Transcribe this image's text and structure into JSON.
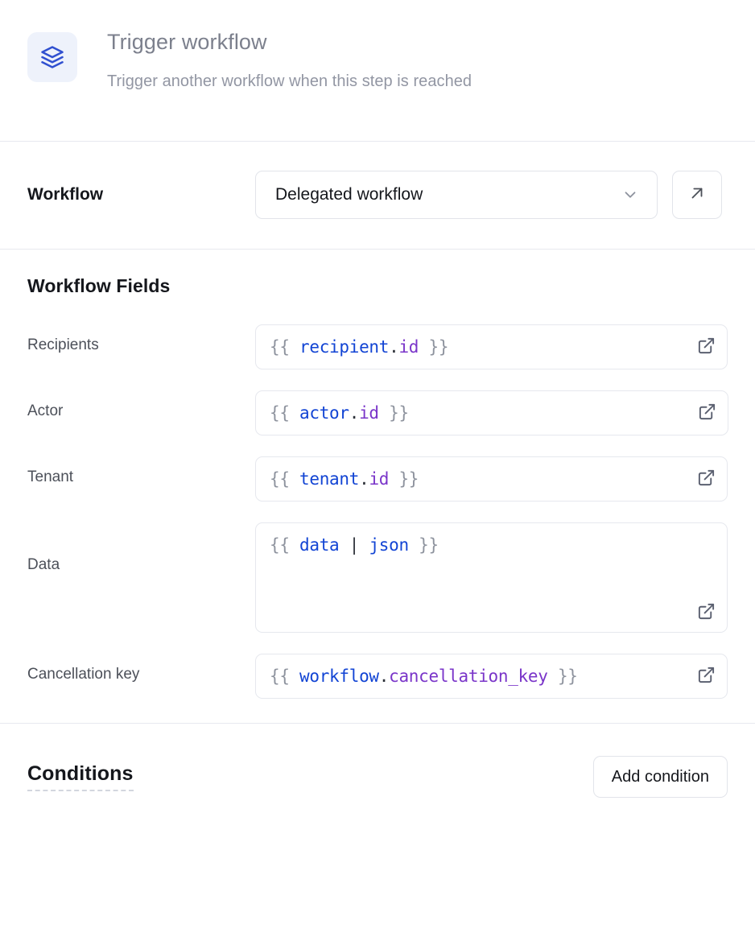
{
  "header": {
    "icon": "layers-stack-icon",
    "icon_color": "#3050d0",
    "icon_bg": "#eef2fb",
    "title": "Trigger workflow",
    "subtitle": "Trigger another workflow when this step is reached"
  },
  "workflow_section": {
    "label": "Workflow",
    "select": {
      "value": "Delegated workflow",
      "chevron_icon": "chevron-down-icon"
    },
    "open_button": {
      "icon": "arrow-up-right-icon",
      "label": ""
    }
  },
  "fields_section": {
    "heading": "Workflow Fields",
    "fields": [
      {
        "label": "Recipients",
        "type": "input",
        "tokens": [
          {
            "text": "{{ ",
            "kind": "brace"
          },
          {
            "text": "recipient",
            "kind": "obj"
          },
          {
            "text": ".",
            "kind": "dot"
          },
          {
            "text": "id",
            "kind": "prop"
          },
          {
            "text": " }}",
            "kind": "brace"
          }
        ],
        "raw": "{{ recipient.id }}",
        "ext_icon": "external-link-icon"
      },
      {
        "label": "Actor",
        "type": "input",
        "tokens": [
          {
            "text": "{{ ",
            "kind": "brace"
          },
          {
            "text": "actor",
            "kind": "obj"
          },
          {
            "text": ".",
            "kind": "dot"
          },
          {
            "text": "id",
            "kind": "prop"
          },
          {
            "text": " }}",
            "kind": "brace"
          }
        ],
        "raw": "{{ actor.id }}",
        "ext_icon": "external-link-icon"
      },
      {
        "label": "Tenant",
        "type": "input",
        "tokens": [
          {
            "text": "{{ ",
            "kind": "brace"
          },
          {
            "text": "tenant",
            "kind": "obj"
          },
          {
            "text": ".",
            "kind": "dot"
          },
          {
            "text": "id",
            "kind": "prop"
          },
          {
            "text": " }}",
            "kind": "brace"
          }
        ],
        "raw": "{{ tenant.id }}",
        "ext_icon": "external-link-icon"
      },
      {
        "label": "Data",
        "type": "textarea",
        "tokens": [
          {
            "text": "{{ ",
            "kind": "brace"
          },
          {
            "text": "data",
            "kind": "obj"
          },
          {
            "text": " | ",
            "kind": "pipe"
          },
          {
            "text": "json",
            "kind": "obj"
          },
          {
            "text": " }}",
            "kind": "brace"
          }
        ],
        "raw": "{{ data | json }}",
        "ext_icon": "external-link-icon"
      },
      {
        "label": "Cancellation key",
        "type": "input",
        "tokens": [
          {
            "text": "{{ ",
            "kind": "brace"
          },
          {
            "text": "workflow",
            "kind": "obj"
          },
          {
            "text": ".",
            "kind": "dot"
          },
          {
            "text": "cancellation_key",
            "kind": "prop"
          },
          {
            "text": " }}",
            "kind": "brace"
          }
        ],
        "raw": "{{ workflow.cancellation_key }}",
        "ext_icon": "external-link-icon"
      }
    ]
  },
  "conditions_section": {
    "title": "Conditions",
    "add_button_label": "Add condition"
  },
  "colors": {
    "text_primary": "#15171c",
    "text_label": "#4c5059",
    "text_muted": "#7c808d",
    "border": "#e2e4ea",
    "divider": "#e7e9ef",
    "token_object": "#1244d4",
    "token_property": "#7a35c9",
    "token_brace": "#8e939e"
  }
}
